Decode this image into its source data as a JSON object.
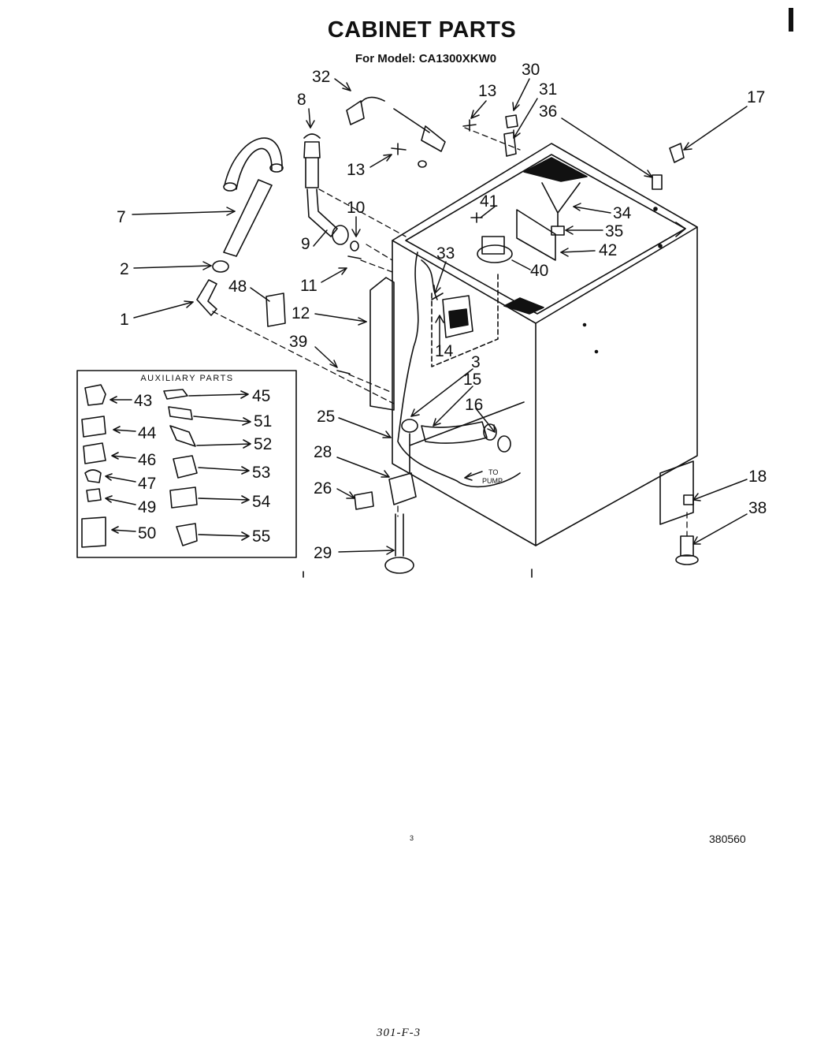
{
  "header": {
    "title": "CABINET PARTS",
    "subtitle": "For Model: CA1300XKW0"
  },
  "callouts": [
    "1",
    "2",
    "3",
    "7",
    "8",
    "9",
    "10",
    "11",
    "12",
    "13",
    "13",
    "14",
    "15",
    "16",
    "17",
    "18",
    "25",
    "26",
    "28",
    "29",
    "30",
    "31",
    "32",
    "33",
    "34",
    "35",
    "36",
    "38",
    "39",
    "40",
    "41",
    "42",
    "48"
  ],
  "annotations": {
    "to_pump_line1": "TO",
    "to_pump_line2": "PUMP"
  },
  "auxiliary": {
    "title": "AUXILIARY PARTS",
    "left_labels": [
      "43",
      "44",
      "46",
      "47",
      "49",
      "50"
    ],
    "right_labels": [
      "45",
      "51",
      "52",
      "53",
      "54",
      "55"
    ]
  },
  "footer": {
    "small_mark": "3",
    "doc_number": "380560",
    "handwritten_code": "301-F-3"
  }
}
